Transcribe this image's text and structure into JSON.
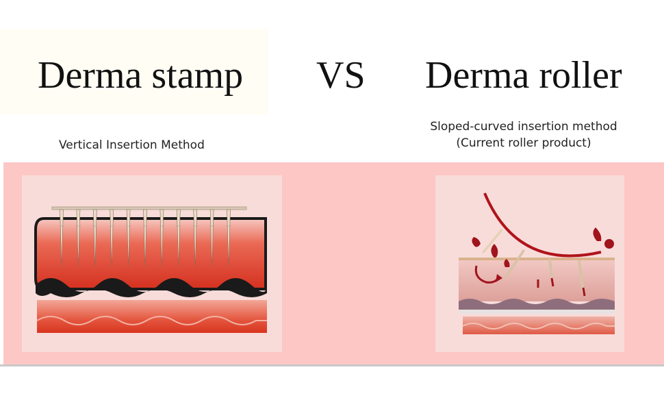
{
  "header": {
    "left_title": "Derma stamp",
    "vs_label": "VS",
    "right_title": "Derma roller"
  },
  "left_diagram": {
    "caption": "Vertical Insertion Method",
    "needle_count": 11
  },
  "right_diagram": {
    "caption_line1": "Sloped-curved insertion method",
    "caption_line2": "(Current roller product)"
  },
  "colors": {
    "background_band": "#fcc7c5",
    "panel": "#f8dcda",
    "skin_red": "#e0402c",
    "skin_dark": "#b51f14",
    "blood": "#a0141c",
    "roller": "#b0141c"
  }
}
